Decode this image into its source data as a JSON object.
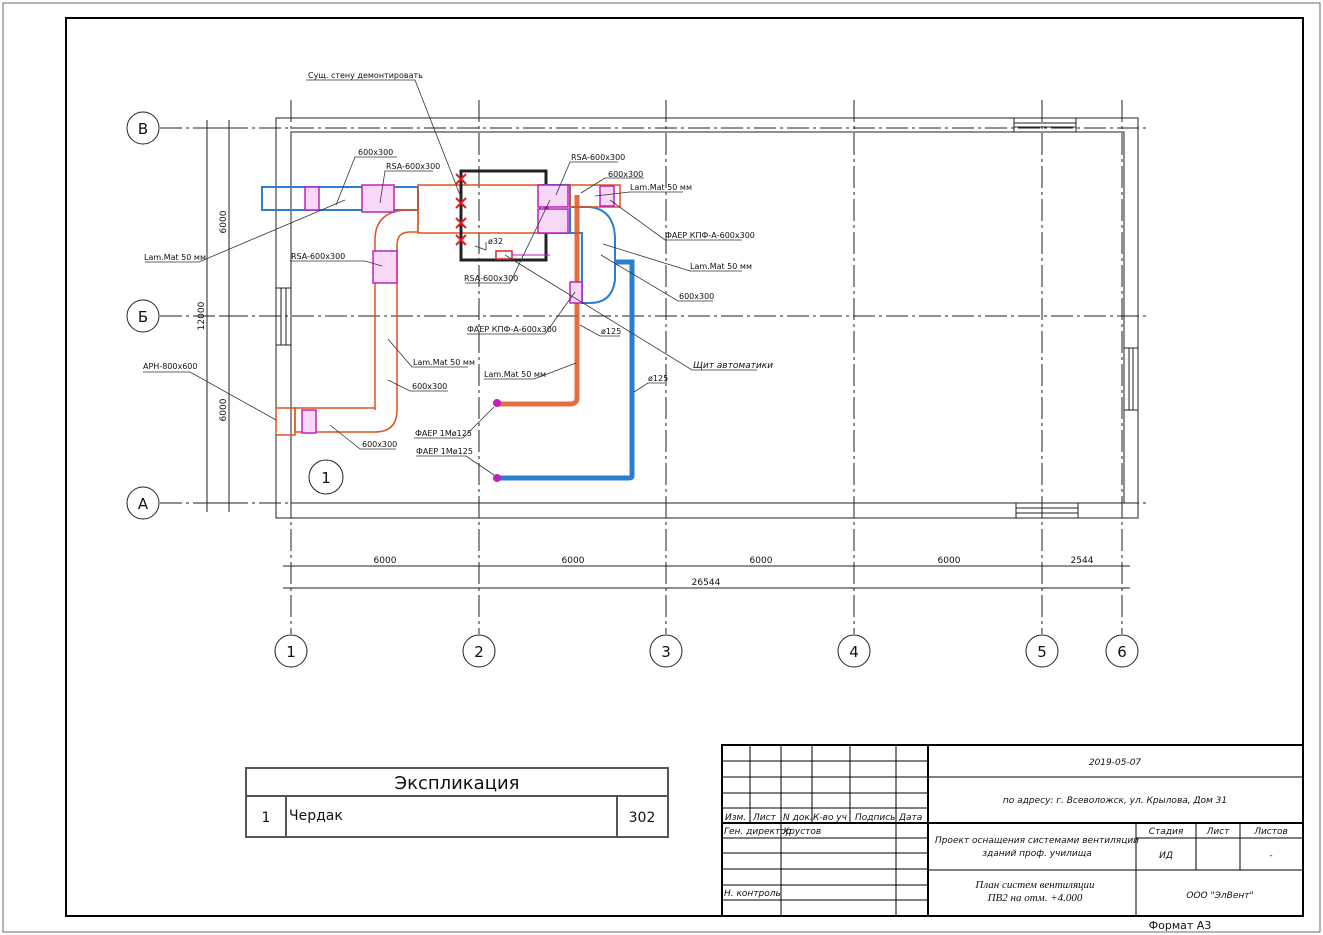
{
  "drawing": {
    "grid_axes_vertical": [
      "1",
      "2",
      "3",
      "4",
      "5",
      "6"
    ],
    "grid_axes_horizontal": [
      "В",
      "Б",
      "А"
    ],
    "room_tag": "1",
    "dimensions": {
      "vertical_upper": "6000",
      "vertical_lower": "6000",
      "vertical_total": "12000",
      "horizontal": [
        "6000",
        "6000",
        "6000",
        "6000",
        "2544"
      ],
      "horizontal_total": "26544"
    },
    "labels": {
      "demolish_wall": "Сущ. стену демонтировать",
      "duct_600x300_a": "600x300",
      "rsa_a": "RSA-600x300",
      "rsa_b": "RSA-600x300",
      "duct_600x300_b": "600x300",
      "lammat_a": "Lam.Mat 50 мм",
      "faer_kpf_a": "ФАЕР КПФ-А-600x300",
      "lammat_b": "Lam.Mat 50 мм",
      "duct_600x300_c": "600x300",
      "lammat_left": "Lam.Mat 50 мм",
      "rsa_left": "RSA-600x300",
      "rsa_center": "RSA-600x300",
      "d32": "ø32",
      "faer_kpf_b": "ФАЕР КПФ-А-600x300",
      "d125_a": "ø125",
      "control_panel": "Щит автоматики",
      "lammat_c": "Lam.Mat 50 мм",
      "duct_600x300_d": "600x300",
      "lammat_d": "Lam.Mat 50 мм",
      "d125_b": "ø125",
      "aph": "АРН-800x600",
      "duct_600x300_e": "600x300",
      "faer_1m_a": "ФАЕР 1Мø125",
      "faer_1m_b": "ФАЕР 1Мø125"
    }
  },
  "explication": {
    "title": "Экспликация",
    "rows": [
      {
        "num": "1",
        "name": "Чердак",
        "value": "302"
      }
    ]
  },
  "title_block": {
    "date": "2019-05-07",
    "address": "по адресу: г. Всеволожск, ул. Крылова, Дом 31",
    "headers": [
      "Изм.",
      "Лист",
      "N док.",
      "К-во уч",
      "Подпись",
      "Дата"
    ],
    "role_director": "Ген. директор",
    "name_director": "Хрустов",
    "role_control": "Н. контроль",
    "project": [
      "Проект оснащения системами вентиляции",
      "зданий проф. училища"
    ],
    "stage_headers": [
      "Стадия",
      "Лист",
      "Листов"
    ],
    "stage_values": [
      "ИД",
      "",
      "-"
    ],
    "sheet_title": [
      "План систем вентиляции",
      "ПВ2 на отм. +4.000"
    ],
    "company": "ООО \"ЭлВент\"",
    "format": "Формат А3"
  },
  "colors": {
    "supply": "#e0531e",
    "exhaust": "#2a7fd0",
    "damper": "#c020c0",
    "demolish": "#e02020"
  }
}
